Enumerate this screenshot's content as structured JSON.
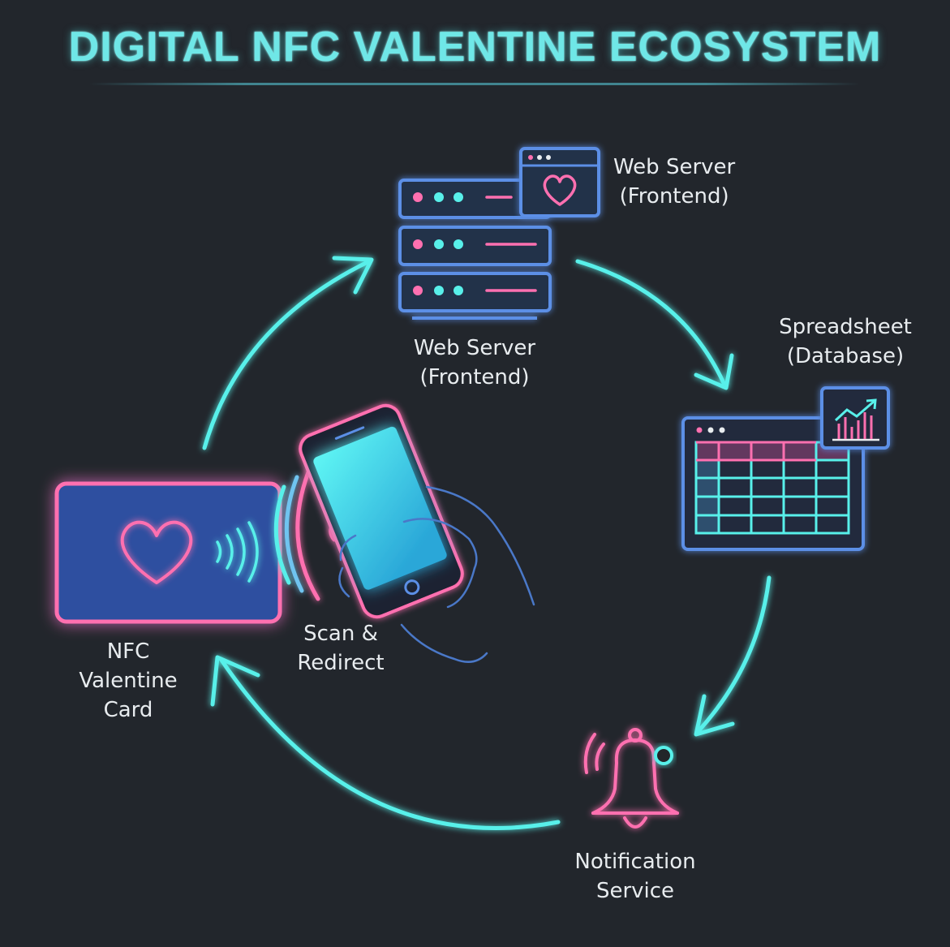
{
  "title": "DIGITAL NFC VALENTINE ECOSYSTEM",
  "nodes": {
    "web_server_top": {
      "line1": "Web Server",
      "line2": "(Frontend)"
    },
    "web_server": {
      "line1": "Web Server",
      "line2": "(Frontend)"
    },
    "spreadsheet": {
      "line1": "Spreadsheet",
      "line2": "(Database)"
    },
    "notification": {
      "line1": "Notification",
      "line2": "Service"
    },
    "nfc_card": {
      "line1": "NFC",
      "line2": "Valentine",
      "line3": "Card"
    },
    "scan": {
      "line1": "Scan &",
      "line2": "Redirect"
    }
  },
  "colors": {
    "cyan": "#58f0ea",
    "pink": "#ff6fb0",
    "blue": "#5b8fe6",
    "card_fill": "#2f4fa0",
    "background": "#22262c"
  }
}
